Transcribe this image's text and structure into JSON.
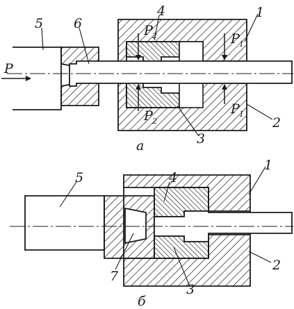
{
  "labels": {
    "one_top": "1",
    "two_top": "2",
    "three_top": "3",
    "four_top": "4",
    "five_top": "5",
    "six_top": "6",
    "one_bottom": "1",
    "two_bottom": "2",
    "three_bottom": "3",
    "four_bottom": "4",
    "five_bottom": "5",
    "seven_bottom": "7"
  },
  "forces": {
    "p_main": "P",
    "p": "P",
    "sub1": "1",
    "sub2": "2"
  },
  "captions": {
    "a": "a",
    "b": "б"
  }
}
